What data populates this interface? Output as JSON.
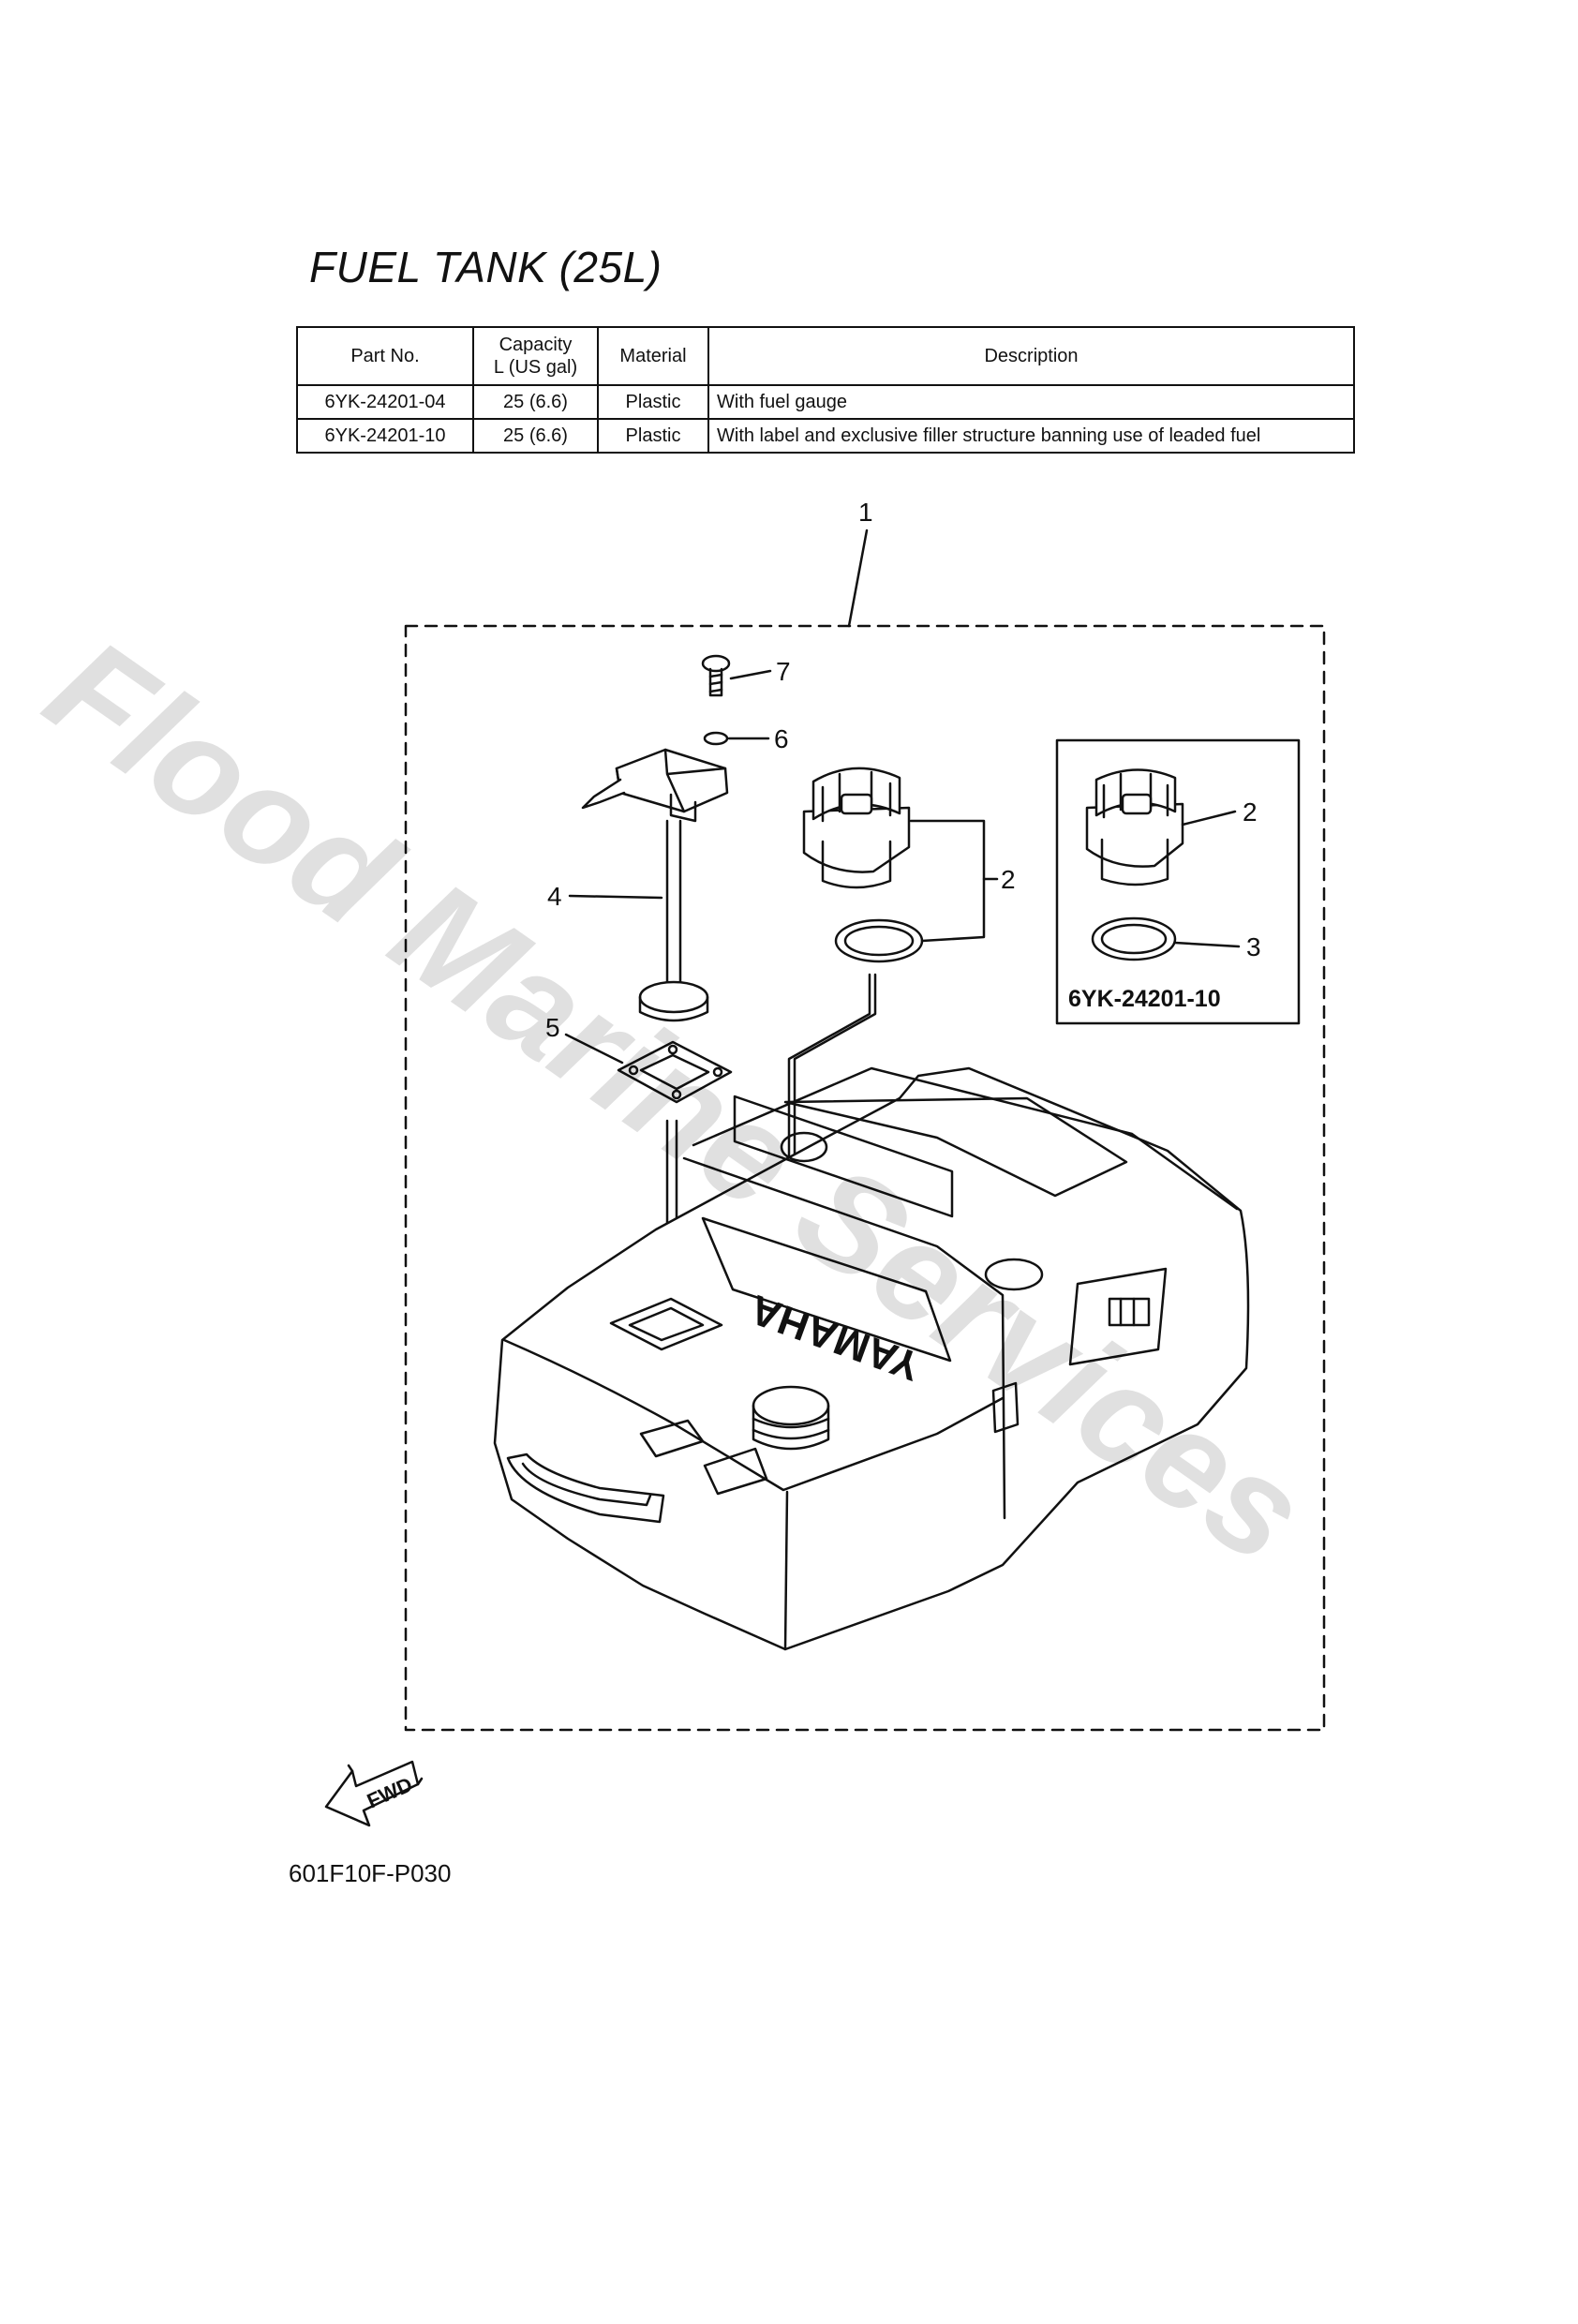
{
  "title": "FUEL TANK (25L)",
  "table": {
    "headers": {
      "part_no": "Part No.",
      "capacity_line1": "Capacity",
      "capacity_line2": "L (US gal)",
      "material": "Material",
      "description": "Description"
    },
    "rows": [
      {
        "part_no": "6YK-24201-04",
        "capacity": "25 (6.6)",
        "material": "Plastic",
        "description": "With fuel gauge"
      },
      {
        "part_no": "6YK-24201-10",
        "capacity": "25 (6.6)",
        "material": "Plastic",
        "description": "With label and exclusive filler structure banning use of leaded fuel"
      }
    ]
  },
  "callouts": {
    "kit": "1",
    "cap_assembly": "2",
    "inset_cap": "2",
    "inset_gasket": "3",
    "gauge": "4",
    "gauge_gasket": "5",
    "washer": "6",
    "screw": "7"
  },
  "inset_part_no": "6YK-24201-10",
  "tank_brand": "YAMAHA",
  "fwd_label": "FWD",
  "drawing_code": "601F10F-P030",
  "watermark": "Flood Marine Services"
}
